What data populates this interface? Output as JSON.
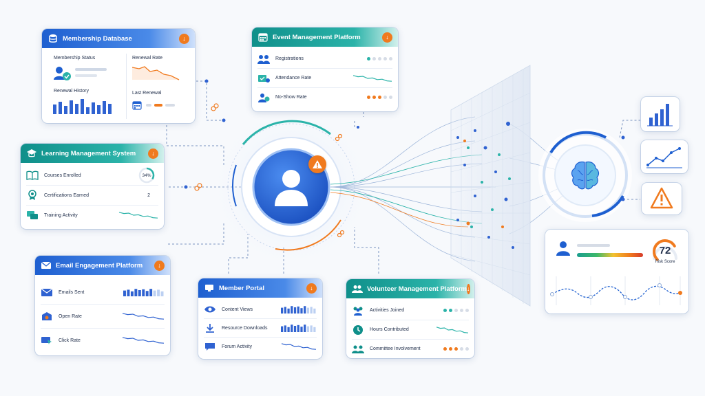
{
  "membership": {
    "title": "Membership Database",
    "status_label": "Membership Status",
    "renewal_rate_label": "Renewal Rate",
    "renewal_history_label": "Renewal History",
    "last_renewal_label": "Last Renewal"
  },
  "event": {
    "title": "Event Management Platform",
    "rows": [
      {
        "label": "Registrations",
        "widget": "dots",
        "active": 1,
        "color": "#2bb3a9"
      },
      {
        "label": "Attendance Rate",
        "widget": "spark",
        "color": "#2bb3a9"
      },
      {
        "label": "No-Show Rate",
        "widget": "dots",
        "active": 3,
        "color": "#f07a1e"
      }
    ]
  },
  "lms": {
    "title": "Learning Management System",
    "rows": [
      {
        "label": "Courses Enrolled",
        "widget": "gauge",
        "value": "34%",
        "progress": 0.34
      },
      {
        "label": "Certifications Earned",
        "widget": "number",
        "value": "2"
      },
      {
        "label": "Training Activity",
        "widget": "spark",
        "color": "#2bb3a9"
      }
    ]
  },
  "email": {
    "title": "Email Engagement Platform",
    "rows": [
      {
        "label": "Emails Sent",
        "widget": "bars"
      },
      {
        "label": "Open Rate",
        "widget": "spark",
        "color": "#2f62d1"
      },
      {
        "label": "Click Rate",
        "widget": "spark",
        "color": "#2f62d1"
      }
    ]
  },
  "portal": {
    "title": "Member Portal",
    "rows": [
      {
        "label": "Content Views",
        "widget": "bars"
      },
      {
        "label": "Resource Downloads",
        "widget": "bars"
      },
      {
        "label": "Forum Activity",
        "widget": "spark",
        "color": "#2f62d1"
      }
    ]
  },
  "volunteer": {
    "title": "Volunteer Management Platform",
    "rows": [
      {
        "label": "Activities Joined",
        "widget": "dots",
        "active": 2,
        "color": "#2bb3a9"
      },
      {
        "label": "Hours Contributed",
        "widget": "spark",
        "color": "#2bb3a9"
      },
      {
        "label": "Committee Involvement",
        "widget": "dots",
        "active": 3,
        "color": "#f07a1e"
      }
    ]
  },
  "risk": {
    "score": "72",
    "score_label": "Risk Score",
    "score_fraction": 0.72
  },
  "colors": {
    "blue": "#1e5fd0",
    "teal": "#2bb3a9",
    "orange": "#f07a1e",
    "text": "#23314d"
  },
  "icons": {
    "header_download": "arrow-down-icon",
    "central": "user-icon",
    "alert": "warning-icon",
    "ai": "brain-icon"
  }
}
